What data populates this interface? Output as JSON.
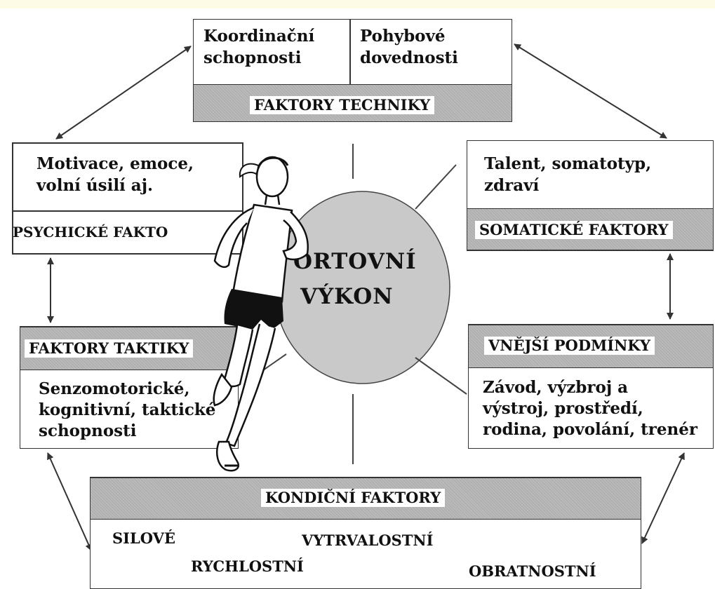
{
  "center": {
    "line1": "ORTOVNÍ",
    "line2": "VÝKON"
  },
  "technique": {
    "left": "Koordinační\nschopnosti",
    "right": "Pohybové\ndovednosti",
    "label": "FAKTORY TECHNIKY"
  },
  "psychic": {
    "text": "Motivace, emoce,\nvolní úsilí aj.",
    "label": "PSYCHICKÉ FAKTO"
  },
  "somatic": {
    "text": "Talent, somatotyp,\nzdraví",
    "label": "SOMATICKÉ FAKTORY"
  },
  "tactics": {
    "label": "FAKTORY TAKTIKY",
    "text": "Senzomotorické,\nkognitivní, taktické\nschopnosti"
  },
  "external": {
    "label": "VNĚJŠÍ PODMÍNKY",
    "text": "Závod, výzbroj a\nvýstroj, prostředí,\nrodina, povolání, trenér"
  },
  "conditioning": {
    "label": "KONDIČNÍ FAKTORY",
    "items": [
      "SILOVÉ",
      "VYTRVALOSTNÍ",
      "RYCHLOSTNÍ",
      "OBRATNOSTNÍ"
    ]
  },
  "colors": {
    "ellipse_fill": "#c9c9c9",
    "band_fill": "#b9b9b9",
    "line": "#333333"
  }
}
